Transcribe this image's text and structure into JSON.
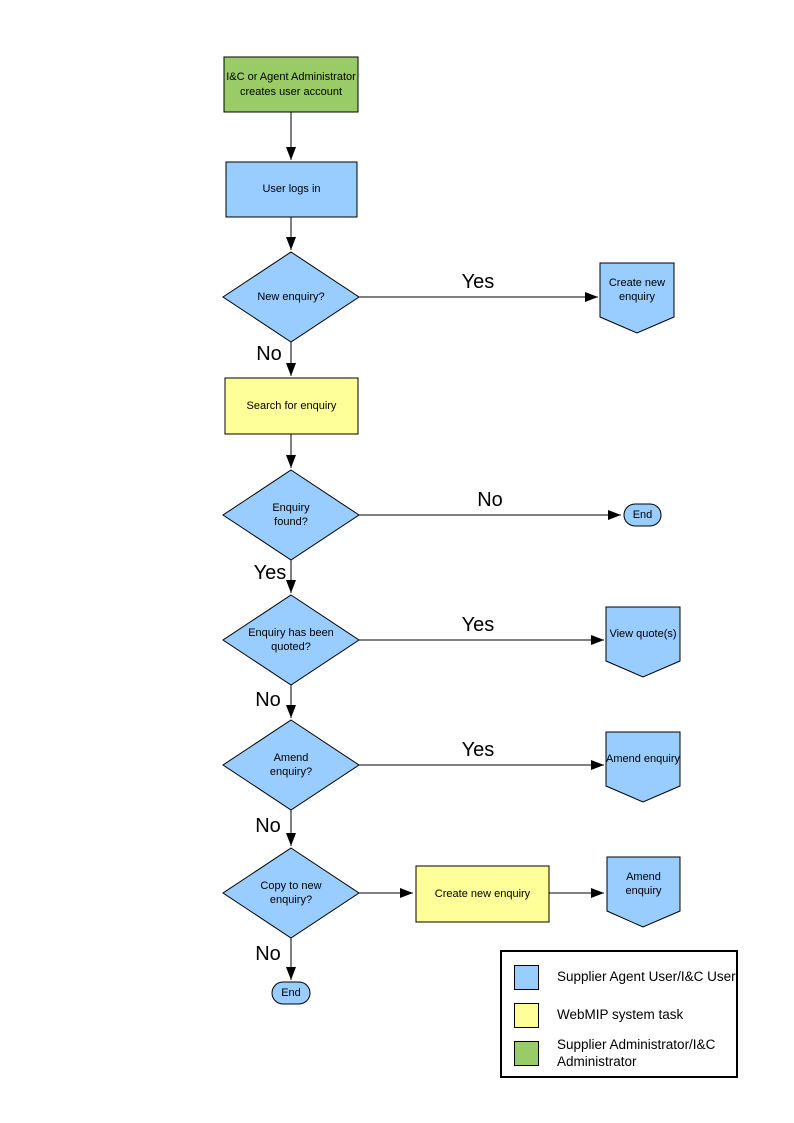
{
  "nodes": {
    "create_account": "I&C or Agent Administrator creates user account",
    "user_logs_in": "User logs in",
    "new_enquiry": "New enquiry?",
    "create_new_enquiry_1": "Create new enquiry",
    "search_for_enquiry": "Search for enquiry",
    "enquiry_found": "Enquiry found?",
    "end_1": "End",
    "enquiry_quoted": "Enquiry has been quoted?",
    "view_quotes": "View quote(s)",
    "amend_enquiry_q": "Amend enquiry?",
    "amend_enquiry_1": "Amend enquiry",
    "copy_to_new": "Copy to new enquiry?",
    "create_new_enquiry_2": "Create new enquiry",
    "amend_enquiry_2": "Amend enquiry",
    "end_2": "End"
  },
  "edges": [
    {
      "from": "create_account",
      "to": "user_logs_in",
      "label": ""
    },
    {
      "from": "user_logs_in",
      "to": "new_enquiry",
      "label": ""
    },
    {
      "from": "new_enquiry",
      "to": "create_new_enquiry_1",
      "label": "Yes"
    },
    {
      "from": "new_enquiry",
      "to": "search_for_enquiry",
      "label": "No"
    },
    {
      "from": "search_for_enquiry",
      "to": "enquiry_found",
      "label": ""
    },
    {
      "from": "enquiry_found",
      "to": "end_1",
      "label": "No"
    },
    {
      "from": "enquiry_found",
      "to": "enquiry_quoted",
      "label": "Yes"
    },
    {
      "from": "enquiry_quoted",
      "to": "view_quotes",
      "label": "Yes"
    },
    {
      "from": "enquiry_quoted",
      "to": "amend_enquiry_q",
      "label": "No"
    },
    {
      "from": "amend_enquiry_q",
      "to": "amend_enquiry_1",
      "label": "Yes"
    },
    {
      "from": "amend_enquiry_q",
      "to": "copy_to_new",
      "label": "No"
    },
    {
      "from": "copy_to_new",
      "to": "create_new_enquiry_2",
      "label": ""
    },
    {
      "from": "create_new_enquiry_2",
      "to": "amend_enquiry_2",
      "label": ""
    },
    {
      "from": "copy_to_new",
      "to": "end_2",
      "label": "No"
    }
  ],
  "legend": {
    "items": [
      {
        "label": "Supplier Agent User/I&C User",
        "color": "#99CCFF"
      },
      {
        "label": "WebMIP system task",
        "color": "#FFFF99"
      },
      {
        "label": "Supplier Administrator/I&C Administrator",
        "color": "#99CC66"
      }
    ]
  },
  "colors": {
    "user_task_fill": "#99CCFF",
    "system_task_fill": "#FFFF99",
    "admin_task_fill": "#99CC66",
    "outline": "#000000",
    "background": "#FFFFFF"
  }
}
